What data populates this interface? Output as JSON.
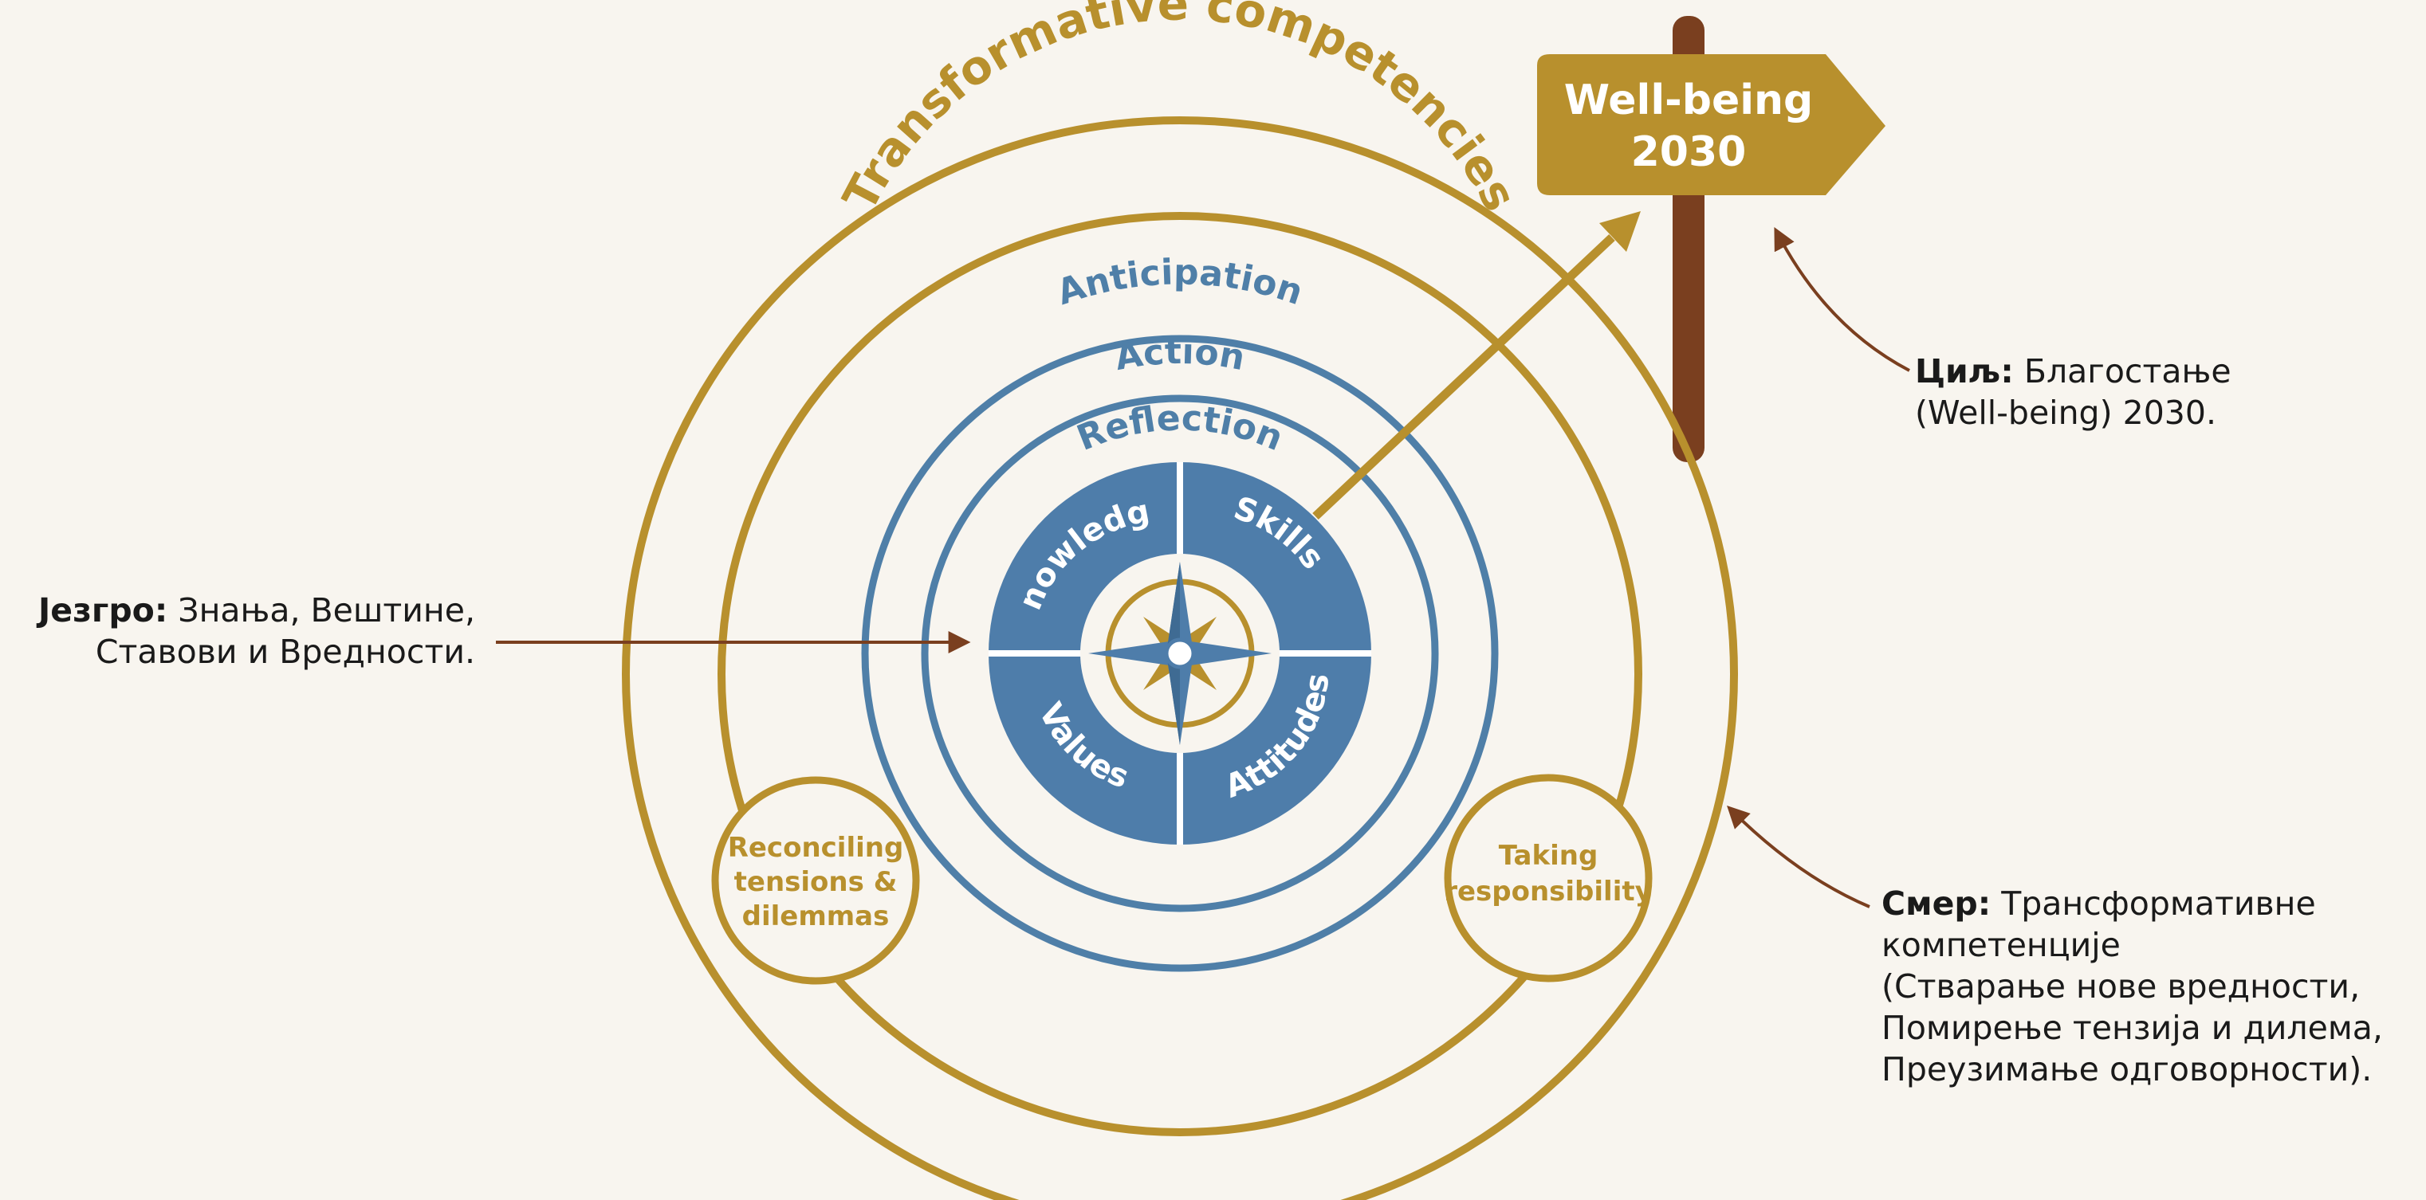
{
  "colors": {
    "background": "#f8f5ef",
    "gold": "#b8902d",
    "blue": "#4f7fa8",
    "blue_fill": "#4e7daa",
    "sign_fill": "#b8902d",
    "post": "#7a3f1f",
    "arrow_brown": "#7a3f1f",
    "white": "#ffffff",
    "text_dark": "#1a1a1a"
  },
  "diagram": {
    "outer_title": "Transformative competencies",
    "rings": {
      "anticipation": "Anticipation",
      "action": "Action",
      "reflection": "Reflection"
    },
    "core": {
      "knowledge": "Knowledge",
      "skills": "Skills",
      "values": "Values",
      "attitudes": "Attitudes"
    },
    "competency_circles": {
      "left": [
        "Reconciling",
        "tensions &",
        "dilemmas"
      ],
      "right": [
        "Taking",
        "responsibility"
      ]
    },
    "signpost": {
      "line1": "Well-being",
      "line2": "2030"
    },
    "center_icon": "compass-rose-icon"
  },
  "notes": {
    "core": {
      "label": "Језгро:",
      "line1_rest": " Знања, Вештине,",
      "line2": "Ставови и Вредности."
    },
    "goal": {
      "label": "Циљ:",
      "line1_rest": " Благостање",
      "line2": "(Well-being) 2030."
    },
    "direction": {
      "label": "Смер:",
      "line1_rest": " Трансформативне",
      "line2": "компетенције",
      "line3": "(Стварање нове вредности,",
      "line4": "Помирење тензија и дилема,",
      "line5": "Преузимање одговорности)."
    }
  }
}
